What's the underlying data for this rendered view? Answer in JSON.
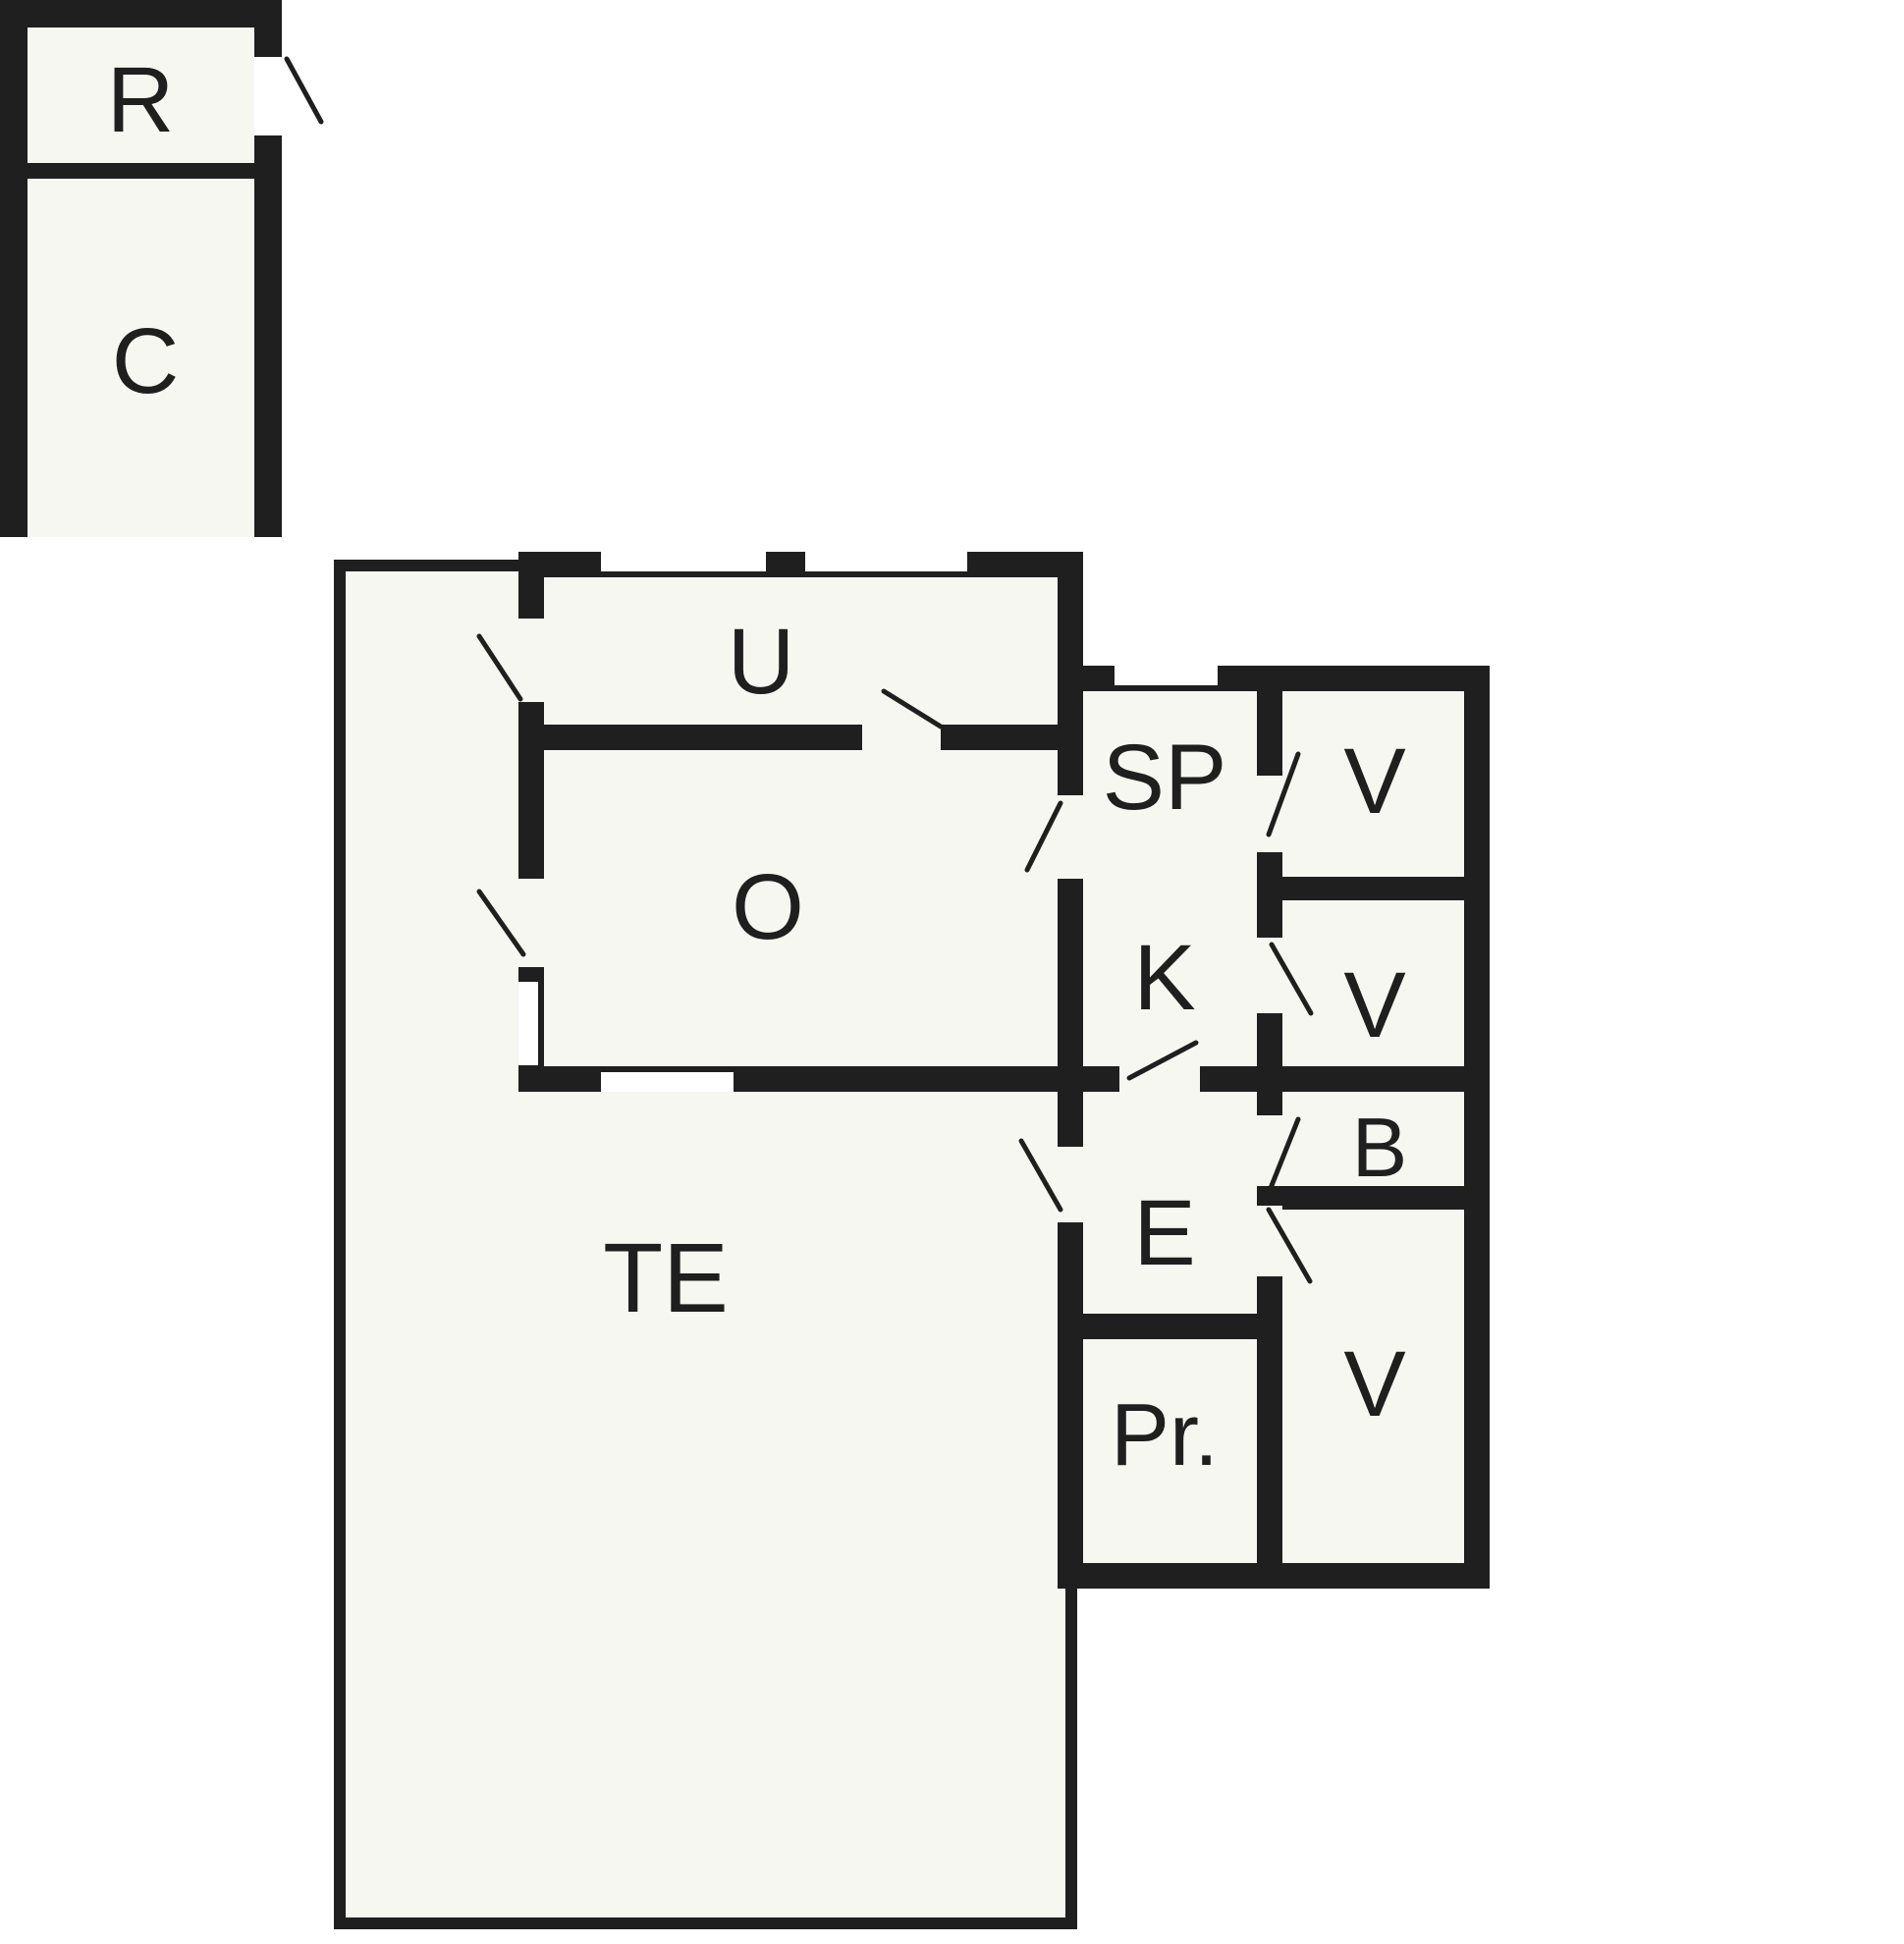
{
  "floorplan": {
    "colors": {
      "wall": "#1f1f1f",
      "floor": "#f7f7f2",
      "background": "#ffffff"
    },
    "rooms": [
      {
        "id": "R",
        "label": "R"
      },
      {
        "id": "C",
        "label": "C"
      },
      {
        "id": "U",
        "label": "U"
      },
      {
        "id": "O",
        "label": "O"
      },
      {
        "id": "SP",
        "label": "SP"
      },
      {
        "id": "K",
        "label": "K"
      },
      {
        "id": "V-top",
        "label": "V"
      },
      {
        "id": "V-middle",
        "label": "V"
      },
      {
        "id": "B",
        "label": "B"
      },
      {
        "id": "E",
        "label": "E"
      },
      {
        "id": "V-bottom",
        "label": "V"
      },
      {
        "id": "Pr",
        "label": "Pr."
      },
      {
        "id": "TE",
        "label": "TE"
      }
    ]
  }
}
